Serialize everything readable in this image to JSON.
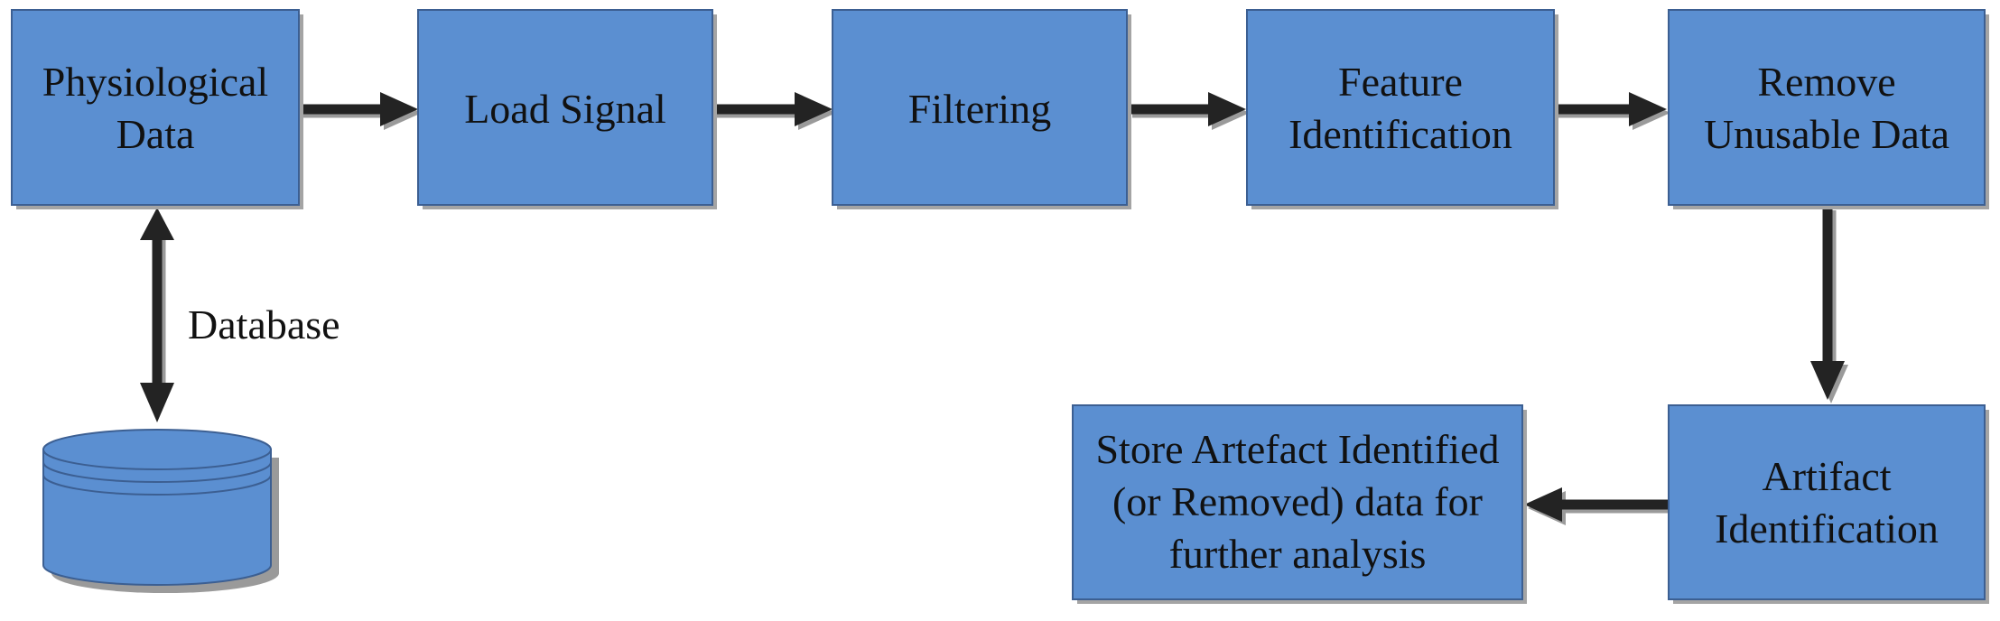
{
  "colors": {
    "box_fill": "#5b8fd1",
    "box_stroke": "#3c5f92",
    "arrow": "#232323",
    "text": "#111111"
  },
  "nodes": {
    "physiological_data": {
      "line1": "Physiological",
      "line2": "Data"
    },
    "load_signal": {
      "line1": "Load Signal"
    },
    "filtering": {
      "line1": "Filtering"
    },
    "feature_identification": {
      "line1": "Feature",
      "line2": "Identification"
    },
    "remove_unusable_data": {
      "line1": "Remove",
      "line2": "Unusable Data"
    },
    "artifact_identification": {
      "line1": "Artifact",
      "line2": "Identification"
    },
    "store_data": {
      "line1": "Store Artefact Identified",
      "line2": "(or Removed) data for",
      "line3": "further analysis"
    }
  },
  "labels": {
    "database": "Database"
  },
  "icons": {
    "database": "database-cylinder-icon"
  }
}
